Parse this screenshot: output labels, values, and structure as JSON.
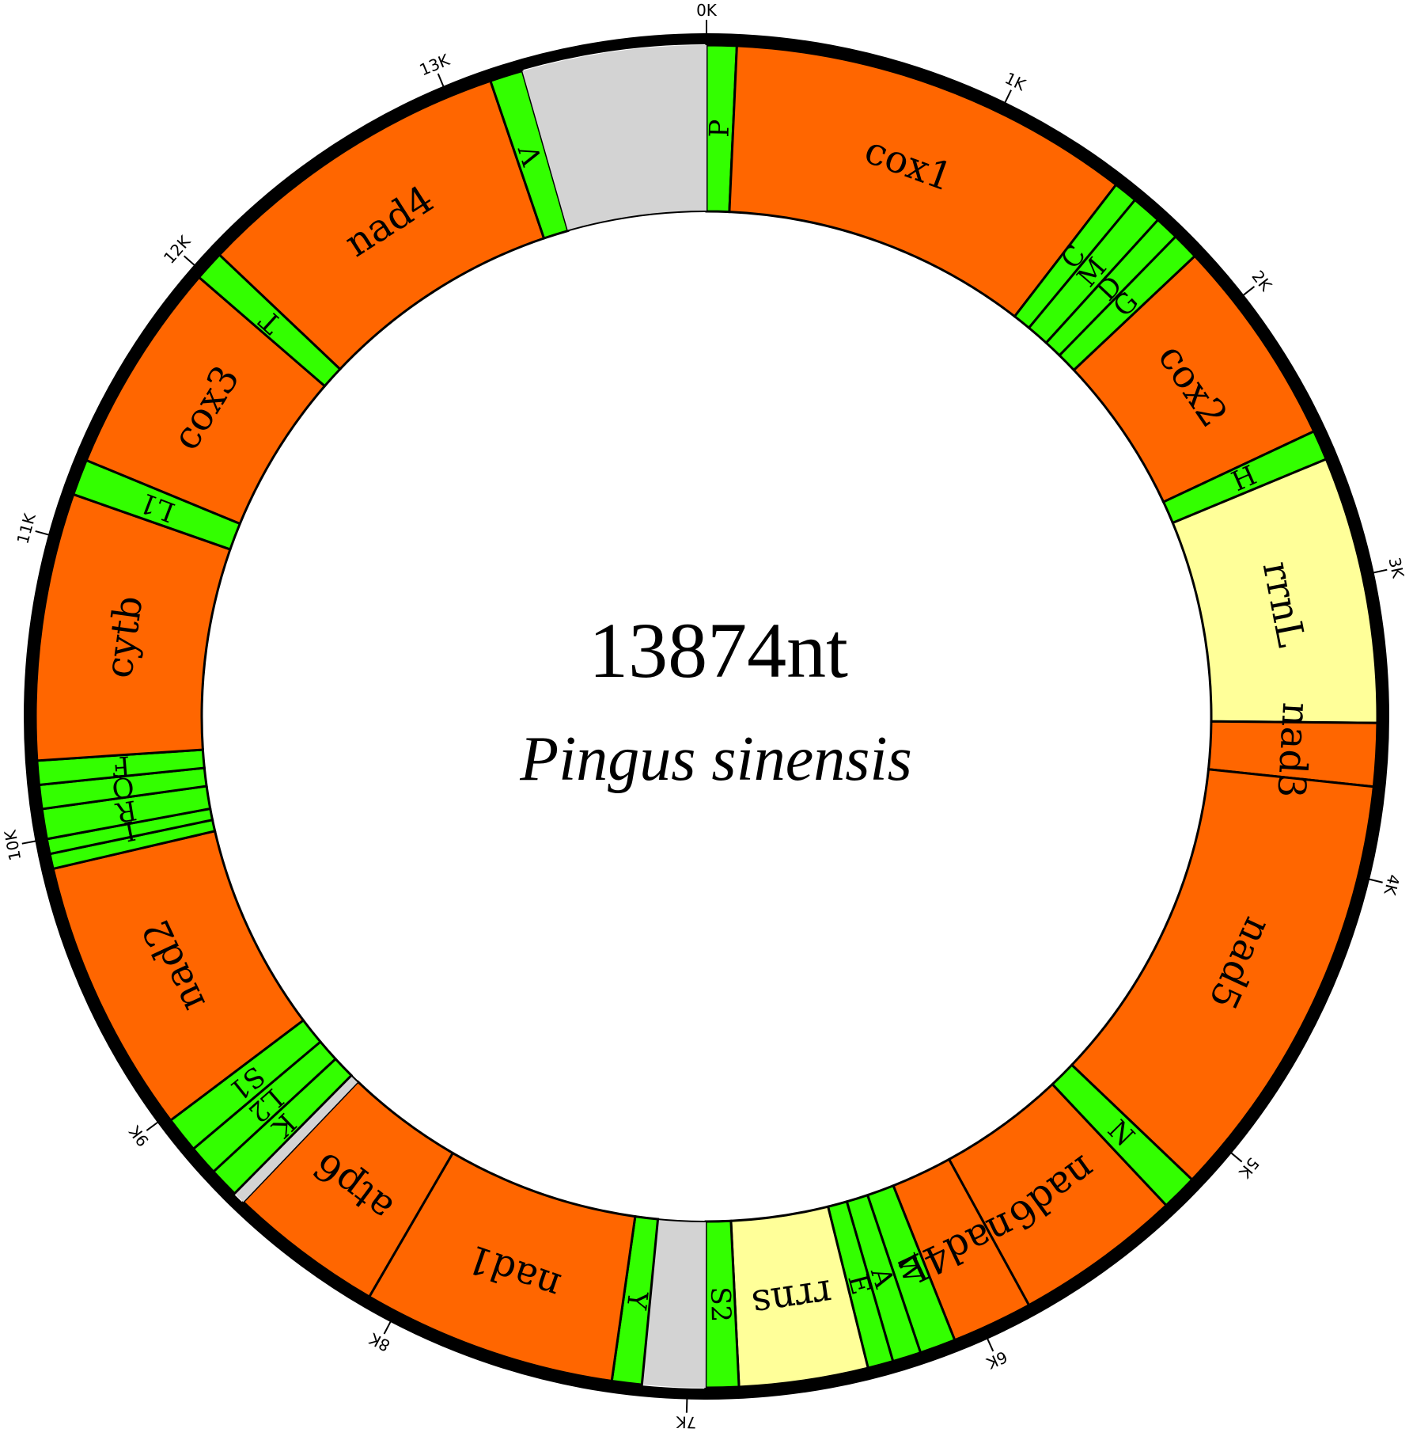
{
  "genome": {
    "size_label": "13874nt",
    "species": "Pingus sinensis",
    "length_nt": 13874
  },
  "colors": {
    "protein_coding": "#ff6600",
    "trna": "#33ff00",
    "rrna": "#ffff99",
    "noncoding": "#d3d3d3",
    "outline": "#000000"
  },
  "ticks": [
    "0K",
    "1K",
    "2K",
    "3K",
    "4K",
    "5K",
    "6K",
    "7K",
    "8K",
    "9K",
    "10K",
    "11K",
    "12K",
    "13K"
  ],
  "segments": [
    {
      "label": "P",
      "type": "trna",
      "start": 0,
      "end": 100
    },
    {
      "label": "cox1",
      "type": "protein_coding",
      "start": 100,
      "end": 1450
    },
    {
      "label": "C",
      "type": "trna",
      "start": 1450,
      "end": 1530
    },
    {
      "label": "M",
      "type": "trna",
      "start": 1530,
      "end": 1630
    },
    {
      "label": "D",
      "type": "trna",
      "start": 1630,
      "end": 1710
    },
    {
      "label": "G",
      "type": "trna",
      "start": 1710,
      "end": 1800
    },
    {
      "label": "cox2",
      "type": "protein_coding",
      "start": 1800,
      "end": 2500
    },
    {
      "label": "H",
      "type": "trna",
      "start": 2500,
      "end": 2600
    },
    {
      "label": "rrnL",
      "type": "rrna",
      "start": 2600,
      "end": 3490
    },
    {
      "label": "nad3",
      "type": "protein_coding",
      "start": 3490,
      "end": 3700
    },
    {
      "label": "nad5",
      "type": "protein_coding",
      "start": 3700,
      "end": 5150
    },
    {
      "label": "N",
      "type": "trna",
      "start": 5150,
      "end": 5270
    },
    {
      "label": "nad6",
      "type": "protein_coding",
      "start": 5270,
      "end": 5830
    },
    {
      "label": "nad4L",
      "type": "protein_coding",
      "start": 5830,
      "end": 6100
    },
    {
      "label": "W",
      "type": "trna",
      "start": 6100,
      "end": 6220
    },
    {
      "label": "A",
      "type": "trna",
      "start": 6220,
      "end": 6315
    },
    {
      "label": "E",
      "type": "trna",
      "start": 6315,
      "end": 6400
    },
    {
      "label": "rrns",
      "type": "rrna",
      "start": 6400,
      "end": 6830
    },
    {
      "label": "S2",
      "type": "trna",
      "start": 6830,
      "end": 6940
    },
    {
      "label": "",
      "type": "noncoding",
      "start": 6940,
      "end": 7150
    },
    {
      "label": "Y",
      "type": "trna",
      "start": 7150,
      "end": 7250
    },
    {
      "label": "nad1",
      "type": "protein_coding",
      "start": 7250,
      "end": 8100
    },
    {
      "label": "atp6",
      "type": "protein_coding",
      "start": 8100,
      "end": 8620
    },
    {
      "label": "",
      "type": "noncoding",
      "start": 8620,
      "end": 8660
    },
    {
      "label": "K",
      "type": "trna",
      "start": 8660,
      "end": 8760
    },
    {
      "label": "L2",
      "type": "trna",
      "start": 8760,
      "end": 8860
    },
    {
      "label": "S1",
      "type": "trna",
      "start": 8860,
      "end": 8980
    },
    {
      "label": "nad2",
      "type": "protein_coding",
      "start": 8980,
      "end": 9900
    },
    {
      "label": "",
      "type": "trna",
      "start": 9900,
      "end": 9950
    },
    {
      "label": "I",
      "type": "trna",
      "start": 9950,
      "end": 10000
    },
    {
      "label": "R",
      "type": "trna",
      "start": 10000,
      "end": 10100
    },
    {
      "label": "Q",
      "type": "trna",
      "start": 10100,
      "end": 10180
    },
    {
      "label": "F",
      "type": "trna",
      "start": 10180,
      "end": 10260
    },
    {
      "label": "cytb",
      "type": "protein_coding",
      "start": 10260,
      "end": 11150
    },
    {
      "label": "L1",
      "type": "trna",
      "start": 11150,
      "end": 11270
    },
    {
      "label": "cox3",
      "type": "protein_coding",
      "start": 11270,
      "end": 11980
    },
    {
      "label": "T",
      "type": "trna",
      "start": 11980,
      "end": 12080
    },
    {
      "label": "nad4",
      "type": "protein_coding",
      "start": 12080,
      "end": 13150
    },
    {
      "label": "V",
      "type": "trna",
      "start": 13150,
      "end": 13260
    },
    {
      "label": "",
      "type": "noncoding",
      "start": 13260,
      "end": 13874
    }
  ]
}
